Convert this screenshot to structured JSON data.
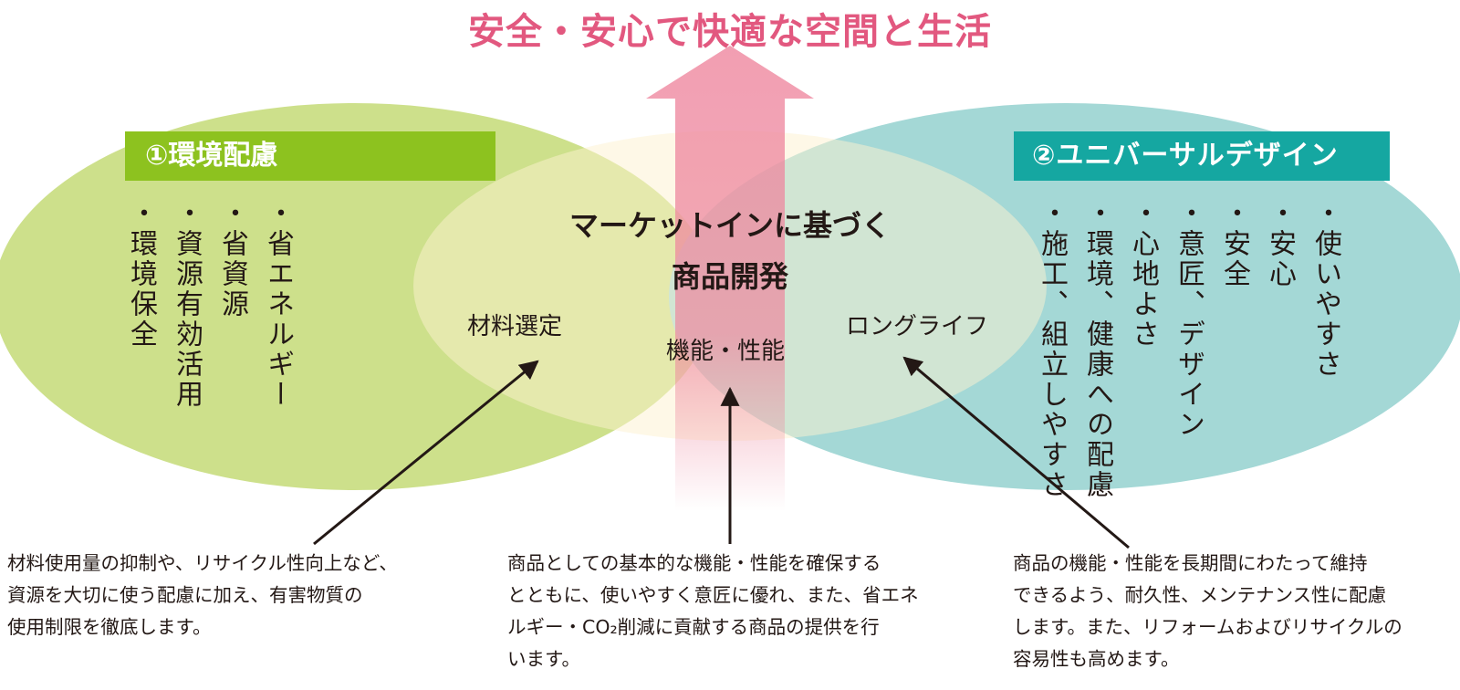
{
  "title": "安全・安心で快適な空間と生活",
  "left": {
    "heading": "①環境配慮",
    "items": [
      "・省エネルギー",
      "・省資源",
      "・資源有効活用",
      "・環境保全"
    ]
  },
  "right": {
    "heading": "②ユニバーサルデザイン",
    "items": [
      "・使いやすさ",
      "・安心",
      "・安全",
      "・意匠、デザイン",
      "・心地よさ",
      "・環境、健康への配慮",
      "・施工、組立しやすさ"
    ]
  },
  "center": {
    "title_line1": "マーケットインに基づく",
    "title_line2": "商品開発",
    "label_material": "材料選定",
    "label_function": "機能・性能",
    "label_longlife": "ロングライフ"
  },
  "descriptions": {
    "material": [
      "材料使用量の抑制や、リサイクル性向上など、",
      "資源を大切に使う配慮に加え、有害物質の",
      "使用制限を徹底します。"
    ],
    "function": [
      "商品としての基本的な機能・性能を確保する",
      "とともに、使いやすく意匠に優れ、また、省エネ",
      "ルギー・CO₂削減に貢献する商品の提供を行",
      "います。"
    ],
    "longlife": [
      "商品の機能・性能を長期間にわたって維持",
      "できるよう、耐久性、メンテナンス性に配慮",
      "します。また、リフォームおよびリサイクルの",
      "容易性も高めます。"
    ]
  },
  "colors": {
    "title": "#e2587f",
    "left_ellipse": "#cde08b",
    "right_ellipse": "#a4d8d6",
    "center_ellipse": "#fdf2cf",
    "arrow_up": "#ee869e",
    "left_badge": "#8dc21f",
    "right_badge": "#15a7a1"
  }
}
